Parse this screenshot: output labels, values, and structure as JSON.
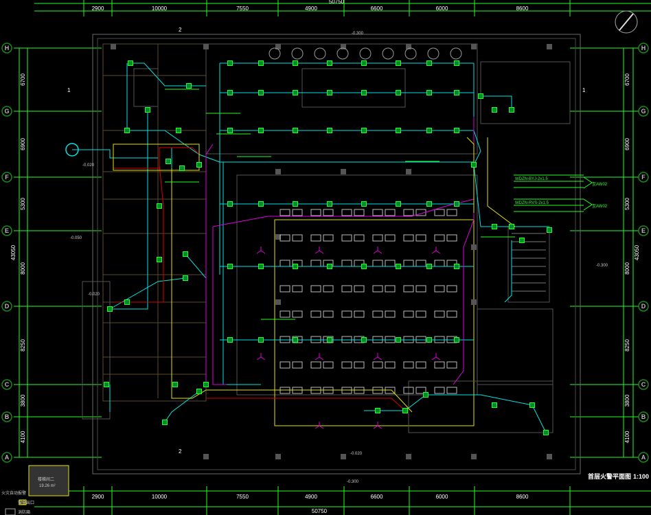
{
  "drawing": {
    "title": "首层火警平面图",
    "scale": "1:100",
    "total_width": "50750",
    "total_height": "43050",
    "column_dims": [
      "2900",
      "10000",
      "7550",
      "4900",
      "6600",
      "6000",
      "8600"
    ],
    "row_axes": [
      "H",
      "G",
      "F",
      "E",
      "D",
      "C",
      "B",
      "A"
    ],
    "row_dims": [
      "6700",
      "6900",
      "5300",
      "8000",
      "8250",
      "3800",
      "4100"
    ],
    "section_mark": "1",
    "grid_mark": "2",
    "elevations": [
      "-0.300",
      "-0.020",
      "-0.050",
      "-0.300",
      "-0.020",
      "-0.300",
      "-0.020"
    ],
    "callouts": {
      "right_1": "WDZN-BYJ-2x1.5",
      "right_2": "WDZN-RVS-2x1.5",
      "to_label_1": "至AW02",
      "to_label_2": "至AW02"
    },
    "stair_label": "楼梯间二",
    "stair_area": "19.26 m²",
    "legend": [
      {
        "label": "火灾自动报警"
      },
      {
        "label": "安全出口"
      },
      {
        "label": "消防箱"
      }
    ]
  },
  "colors": {
    "cyan": "#00e5e5",
    "magenta": "#e000e0",
    "yellow": "#e5e500",
    "red": "#e00000",
    "green": "#22ff22",
    "wall": "#6b6b6b"
  }
}
